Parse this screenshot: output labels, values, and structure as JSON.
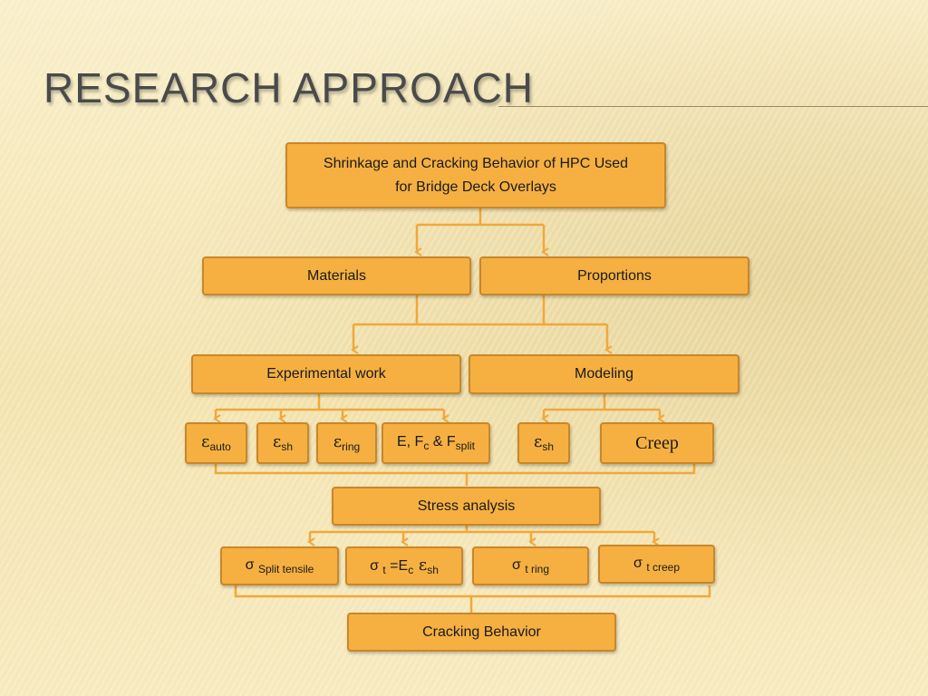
{
  "slide": {
    "title": "Research Approach"
  },
  "nodes": {
    "root": {
      "line1": "Shrinkage and Cracking Behavior of HPC Used",
      "line2": "for Bridge Deck Overlays"
    },
    "materials": {
      "label": "Materials"
    },
    "proportions": {
      "label": "Proportions"
    },
    "experimental": {
      "label": "Experimental work"
    },
    "modeling": {
      "label": "Modeling"
    },
    "eps_auto": {
      "symbol": "ε",
      "sub": "auto"
    },
    "eps_sh": {
      "symbol": "ε",
      "sub": "sh"
    },
    "eps_ring": {
      "symbol": "ε",
      "sub": "ring"
    },
    "moduli": {
      "text": "E, F",
      "sub1": "c",
      "amp": " & F",
      "sub2": "split"
    },
    "eps_sh_model": {
      "symbol": "ε",
      "sub": "sh"
    },
    "creep": {
      "label": "Creep"
    },
    "stress": {
      "label": "Stress analysis"
    },
    "sigma_split": {
      "symbol": "σ",
      "sub": "Split tensile"
    },
    "sigma_t": {
      "symbol": "σ",
      "sub1": "t",
      "eq": " =E",
      "sub2": "c",
      "eps": " ε",
      "sub3": "sh"
    },
    "sigma_ring": {
      "symbol": "σ",
      "sub": "t ring"
    },
    "sigma_creep": {
      "symbol": "σ",
      "sub": "t creep"
    },
    "cracking": {
      "label": "Cracking Behavior"
    }
  },
  "colors": {
    "box_fill": "#f5b041",
    "box_border": "#c8872a",
    "connector": "#f0a83c"
  }
}
